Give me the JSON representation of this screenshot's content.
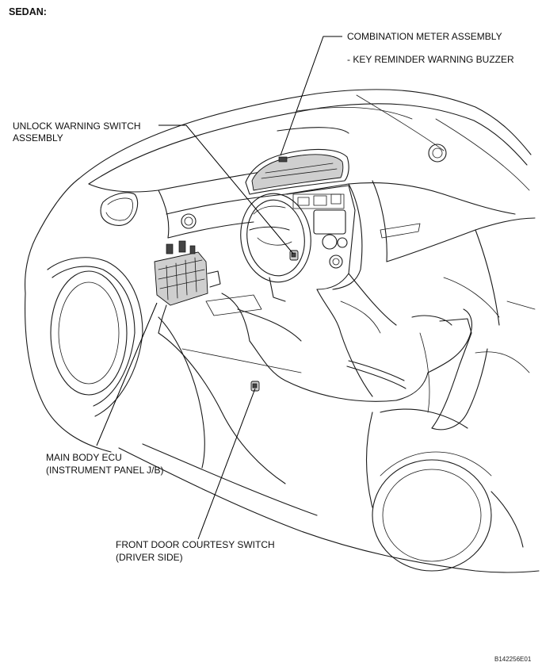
{
  "title": "SEDAN:",
  "labels": {
    "combination_meter": "COMBINATION METER ASSEMBLY",
    "key_reminder": "- KEY REMINDER WARNING BUZZER",
    "unlock_warning_line1": "UNLOCK WARNING SWITCH",
    "unlock_warning_line2": "ASSEMBLY",
    "main_body_ecu_line1": "MAIN BODY ECU",
    "main_body_ecu_line2": "(INSTRUMENT PANEL J/B)",
    "front_door_line1": "FRONT DOOR COURTESY SWITCH",
    "front_door_line2": "(DRIVER SIDE)"
  },
  "figure_code": "B142256E01",
  "colors": {
    "line": "#1a1a1a",
    "background": "#ffffff",
    "component_fill": "#cfcfcf"
  }
}
